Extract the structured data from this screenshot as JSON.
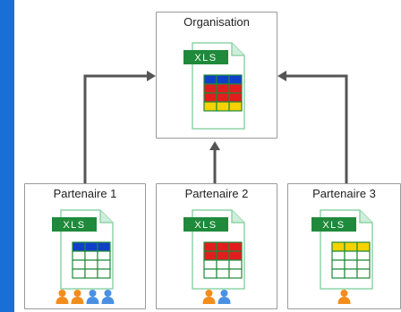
{
  "nodes": {
    "organisation": {
      "title": "Organisation",
      "file_label": "XLS",
      "table_rows": [
        [
          "#1040c8",
          "#1040c8",
          "#1040c8"
        ],
        [
          "#e21d1d",
          "#e21d1d",
          "#e21d1d"
        ],
        [
          "#e21d1d",
          "#e21d1d",
          "#e21d1d"
        ],
        [
          "#f5d200",
          "#f5d200",
          "#f5d200"
        ]
      ]
    },
    "partner1": {
      "title": "Partenaire 1",
      "file_label": "XLS",
      "table_rows": [
        [
          "#1040c8",
          "#1040c8",
          "#1040c8"
        ],
        [
          "#ffffff",
          "#ffffff",
          "#ffffff"
        ],
        [
          "#ffffff",
          "#ffffff",
          "#ffffff"
        ],
        [
          "#ffffff",
          "#ffffff",
          "#ffffff"
        ]
      ],
      "users": [
        "#f28c1c",
        "#f28c1c",
        "#4a90e2",
        "#4a90e2"
      ]
    },
    "partner2": {
      "title": "Partenaire 2",
      "file_label": "XLS",
      "table_rows": [
        [
          "#e21d1d",
          "#e21d1d",
          "#e21d1d"
        ],
        [
          "#e21d1d",
          "#e21d1d",
          "#e21d1d"
        ],
        [
          "#ffffff",
          "#ffffff",
          "#ffffff"
        ],
        [
          "#ffffff",
          "#ffffff",
          "#ffffff"
        ]
      ],
      "users": [
        "#f28c1c",
        "#4a90e2"
      ]
    },
    "partner3": {
      "title": "Partenaire 3",
      "file_label": "XLS",
      "table_rows": [
        [
          "#f5d200",
          "#f5d200",
          "#f5d200"
        ],
        [
          "#ffffff",
          "#ffffff",
          "#ffffff"
        ],
        [
          "#ffffff",
          "#ffffff",
          "#ffffff"
        ],
        [
          "#ffffff",
          "#ffffff",
          "#ffffff"
        ]
      ],
      "users": [
        "#f28c1c"
      ]
    }
  },
  "colors": {
    "file_label_bg": "#1f8a3b",
    "sheet_border": "#8fd3a8",
    "grid_line": "#1f8a3b",
    "arrow": "#555555",
    "background_frame": "#1a6fd6"
  },
  "icons": {
    "file": "spreadsheet-file-icon",
    "user": "user-icon"
  }
}
